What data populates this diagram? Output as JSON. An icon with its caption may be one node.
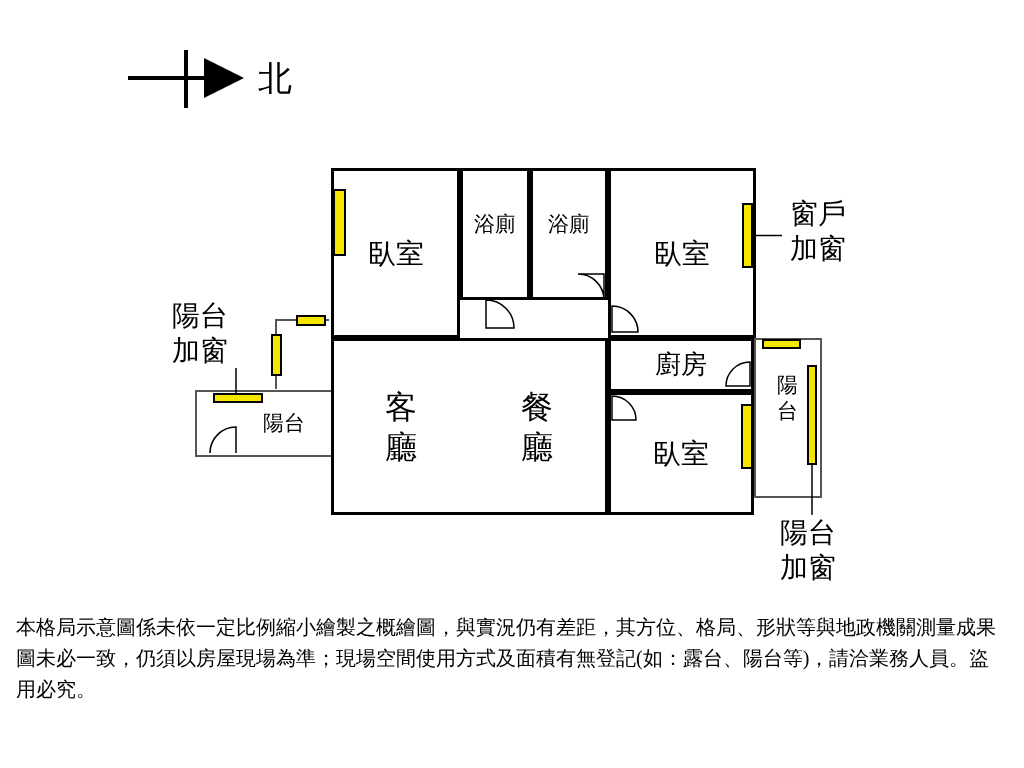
{
  "diagram": {
    "caption": "本格局示意圖係未依一定比例縮小繪製之概繪圖，與實況仍有差距，其方位、格局、形狀等與地政機關測量成果圖未必一致，仍須以房屋現場為準；現場空間使用方式及面積有無登記(如：露台、陽台等)，請洽業務人員。盜用必究。",
    "nodes": [
      {
        "text": [
          "臥室"
        ]
      },
      {
        "text": [
          "浴廁"
        ]
      },
      {
        "text": [
          "浴廁"
        ]
      },
      {
        "text": [
          "臥室"
        ]
      },
      {
        "text": [
          "客廳"
        ]
      },
      {
        "text": [
          "餐廳"
        ]
      },
      {
        "text": [
          "廚房"
        ]
      },
      {
        "text": [
          "臥室"
        ]
      },
      {
        "text": [
          "陽台"
        ]
      },
      {
        "text": [
          "陽台"
        ]
      },
      {
        "text": [
          "窗戶加窗"
        ]
      },
      {
        "text": [],
        "shape": "bar",
        "in": 3
      },
      {
        "text": [
          "陽台加窗"
        ]
      },
      {
        "text": [],
        "shape": "bar",
        "in": 8
      },
      {
        "text": [
          "陽台加窗"
        ]
      },
      {
        "text": [],
        "shape": "bar",
        "in": 9
      }
    ],
    "edges": [
      {
        "from": 10,
        "to": 11,
        "arrow": "none"
      },
      {
        "from": 12,
        "to": 13,
        "arrow": "none"
      },
      {
        "from": 14,
        "to": 15,
        "arrow": "none"
      }
    ],
    "labels": [
      "北"
    ]
  }
}
